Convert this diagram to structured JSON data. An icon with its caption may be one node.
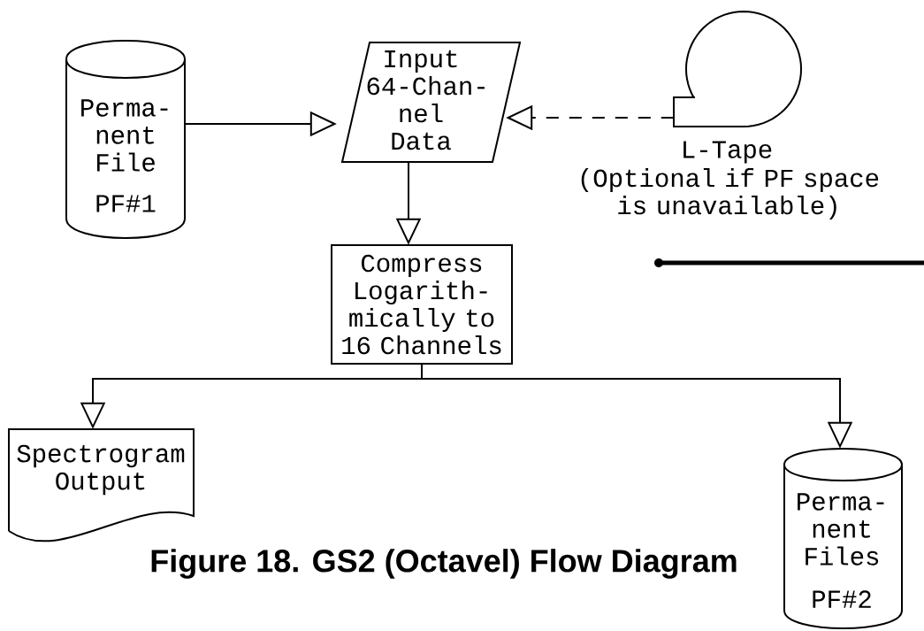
{
  "diagram": {
    "caption": "Figure 18. GS2 (Octavel) Flow Diagram",
    "nodes": [
      {
        "text": [
          "Perma- nent File",
          "PF#1"
        ]
      },
      {
        "text": [
          "Input 64-Chan- nel Data"
        ]
      },
      {
        "text": [],
        "shape": "tape",
        "beside": [
          "L-Tape",
          "(Optional if PF space is unavailable)"
        ]
      },
      {
        "text": [
          "Compress Logarith- mically to 16 Channels"
        ]
      },
      {
        "text": [
          "Spectrogram Output"
        ]
      },
      {
        "text": [
          "Perma- nent Files",
          "PF#2"
        ]
      }
    ],
    "edges": [
      {
        "from": 0,
        "to": 1,
        "arrow": "to"
      },
      {
        "from": 2,
        "to": 1,
        "arrow": "to",
        "style": "dashed"
      },
      {
        "from": 1,
        "to": 3,
        "arrow": "to"
      },
      {
        "from": 3,
        "to": 4,
        "arrow": "to"
      },
      {
        "from": 3,
        "to": 5,
        "arrow": "to"
      }
    ]
  }
}
